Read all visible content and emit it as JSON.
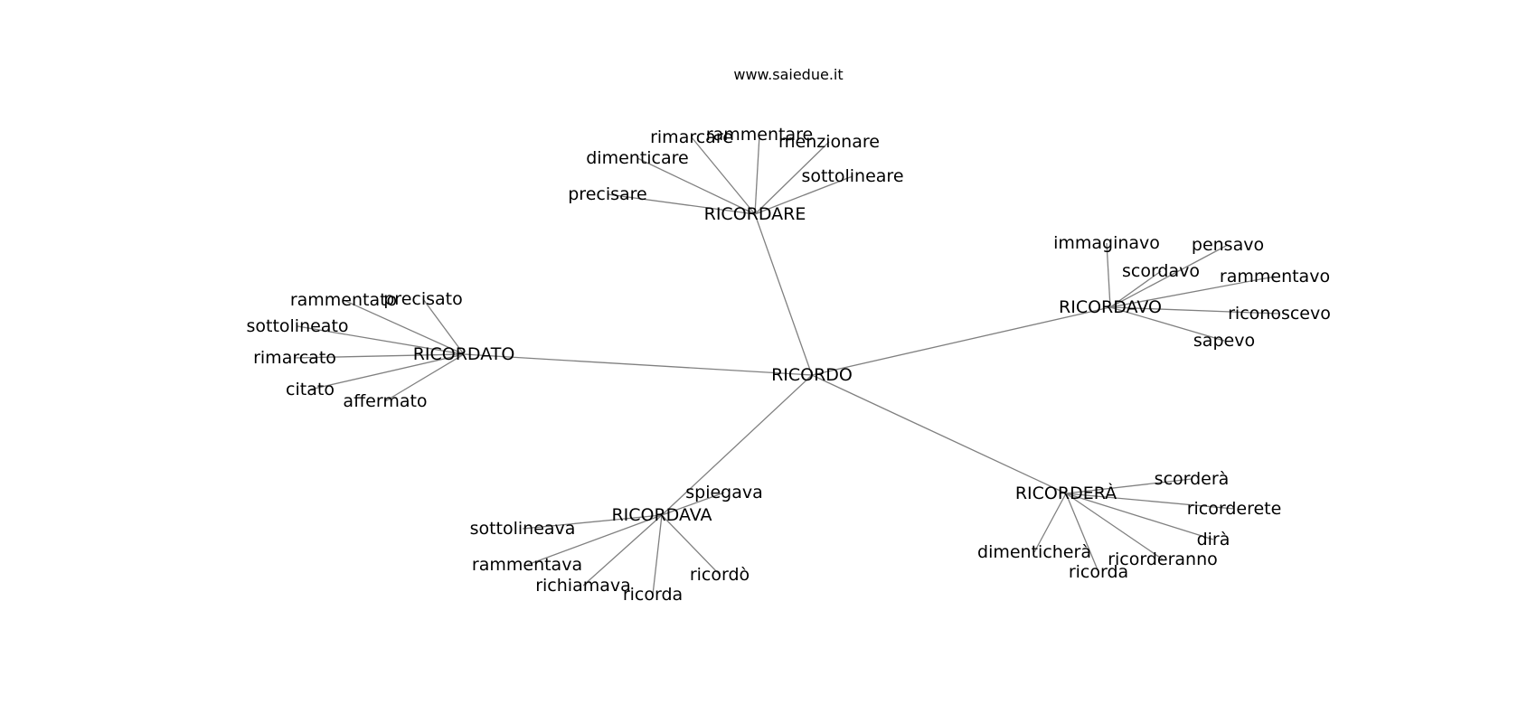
{
  "header": {
    "title": "www.saiedue.it"
  },
  "graph": {
    "root": "RICORDO",
    "edge_color": "#808080",
    "text_color": "#000000",
    "background": "#ffffff",
    "clusters": [
      {
        "hub": "RICORDARE",
        "leaves": [
          "rimarcare",
          "rammentare",
          "menzionare",
          "dimenticare",
          "sottolineare",
          "precisare"
        ]
      },
      {
        "hub": "RICORDAVO",
        "leaves": [
          "immaginavo",
          "pensavo",
          "scordavo",
          "rammentavo",
          "riconoscevo",
          "sapevo"
        ]
      },
      {
        "hub": "RICORDATO",
        "leaves": [
          "rammentato",
          "precisato",
          "sottolineato",
          "rimarcato",
          "citato",
          "affermato"
        ]
      },
      {
        "hub": "RICORDAVA",
        "leaves": [
          "spiegava",
          "sottolineava",
          "rammentava",
          "richiamava",
          "ricorda",
          "ricordò"
        ]
      },
      {
        "hub": "RICORDERÀ",
        "leaves": [
          "scorderà",
          "ricorderete",
          "dirà",
          "dimenticherà",
          "ricorda",
          "ricorderanno"
        ]
      }
    ]
  }
}
